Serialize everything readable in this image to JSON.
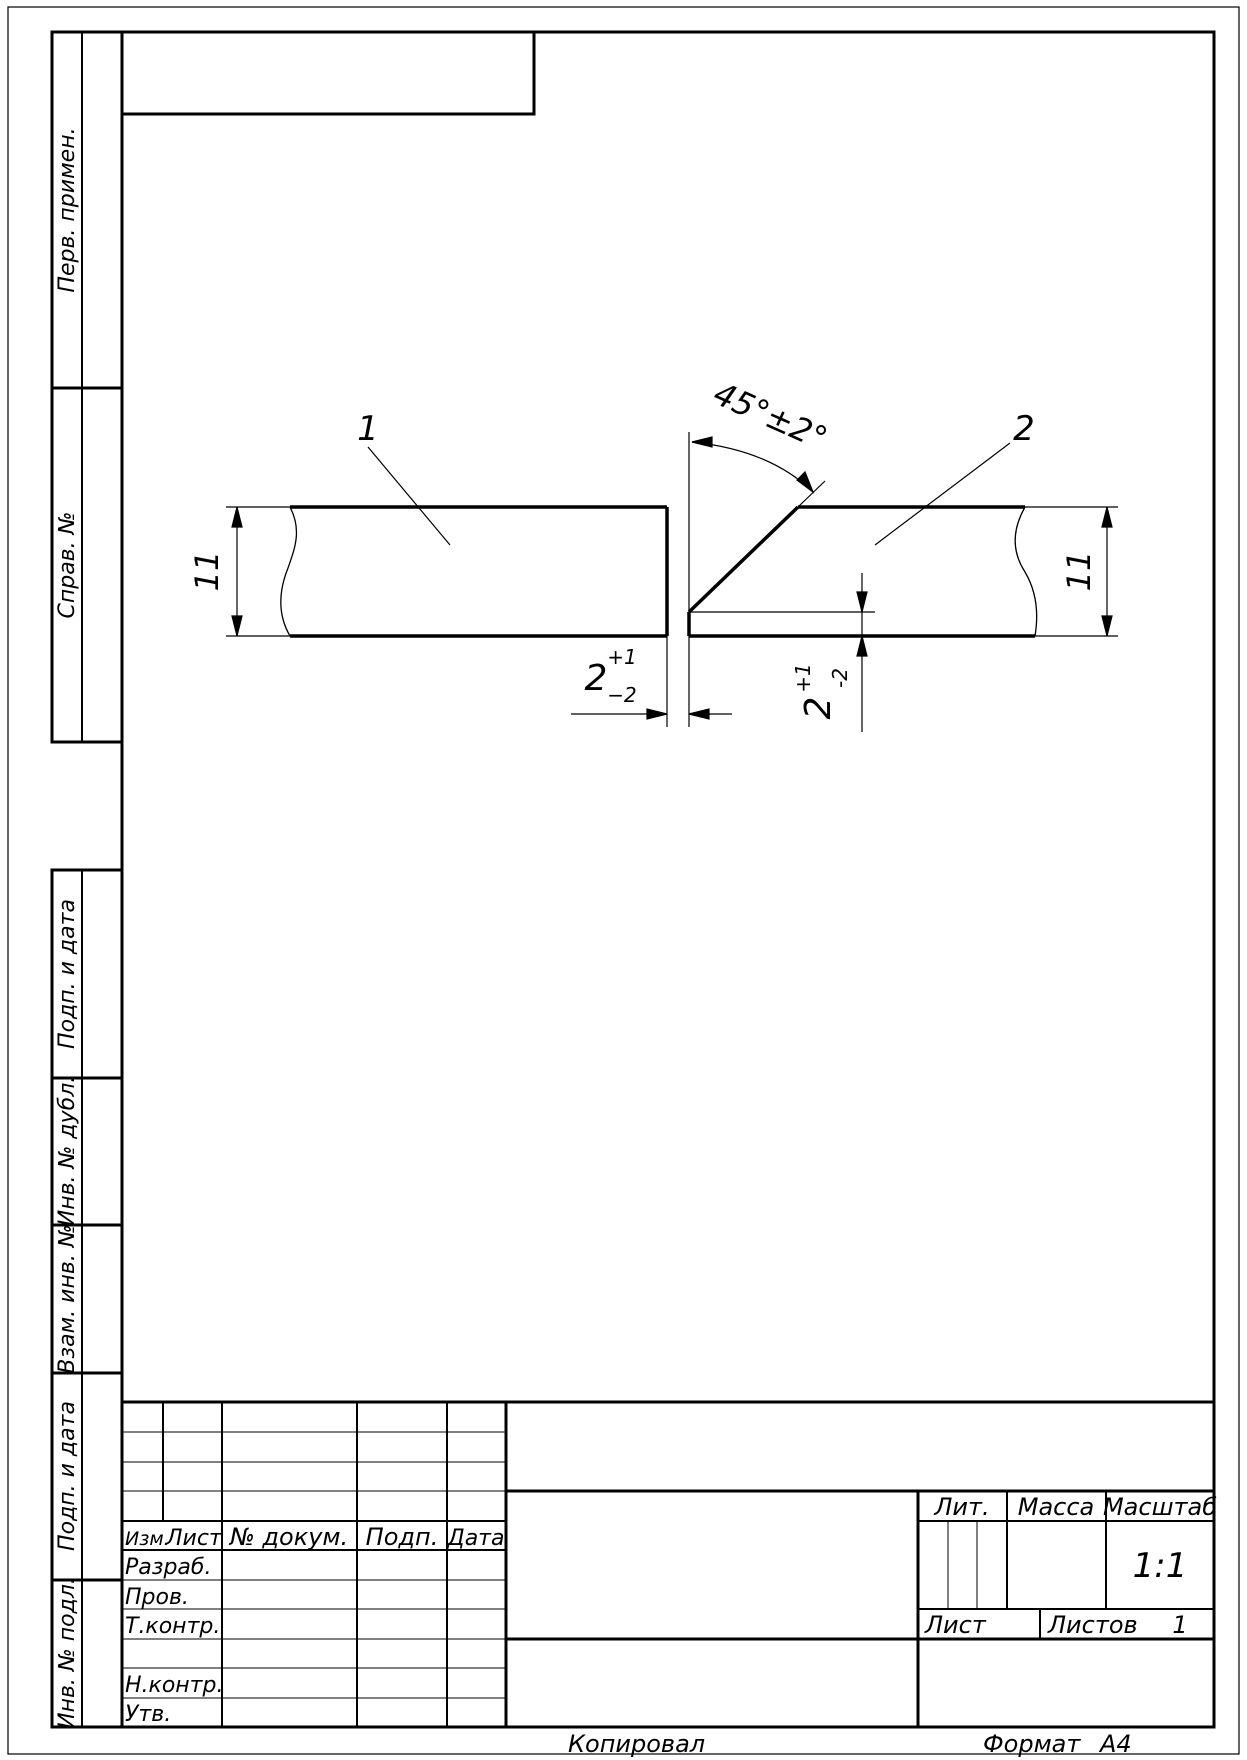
{
  "side_stamp": {
    "perv_primen": "Перв. примен.",
    "sprav_no": "Справ. №",
    "podp_i_data_top": "Подп. и дата",
    "inv_no_dubl": "Инв. № дубл.",
    "vzam_inv_no": "Взам. инв. №",
    "podp_i_data_bottom": "Подп. и дата",
    "inv_no_podl": "Инв. № подл."
  },
  "drawing": {
    "part1_label": "1",
    "part2_label": "2",
    "thickness_left": "11",
    "thickness_right": "11",
    "bevel_angle": "45°±2°",
    "gap_nominal": "2",
    "gap_upper_tol": "+1",
    "gap_lower_tol": "−2",
    "root_face_nominal": "2",
    "root_face_upper_tol": "+1",
    "root_face_lower_tol": "-2"
  },
  "title_block": {
    "izm": "Изм.",
    "list": "Лист",
    "no_dokum": "№ докум.",
    "podp": "Подп.",
    "data": "Дата",
    "razrab": "Разраб.",
    "prov": "Пров.",
    "t_kontr": "Т.контр.",
    "n_kontr": "Н.контр.",
    "utv": "Утв.",
    "lit": "Лит.",
    "massa": "Масса",
    "masshtab": "Масштаб",
    "scale_value": "1:1",
    "list_label": "Лист",
    "listov_label": "Листов",
    "listov_value": "1"
  },
  "footer": {
    "kopiroval": "Копировал",
    "format_label": "Формат",
    "format_value": "А4"
  }
}
